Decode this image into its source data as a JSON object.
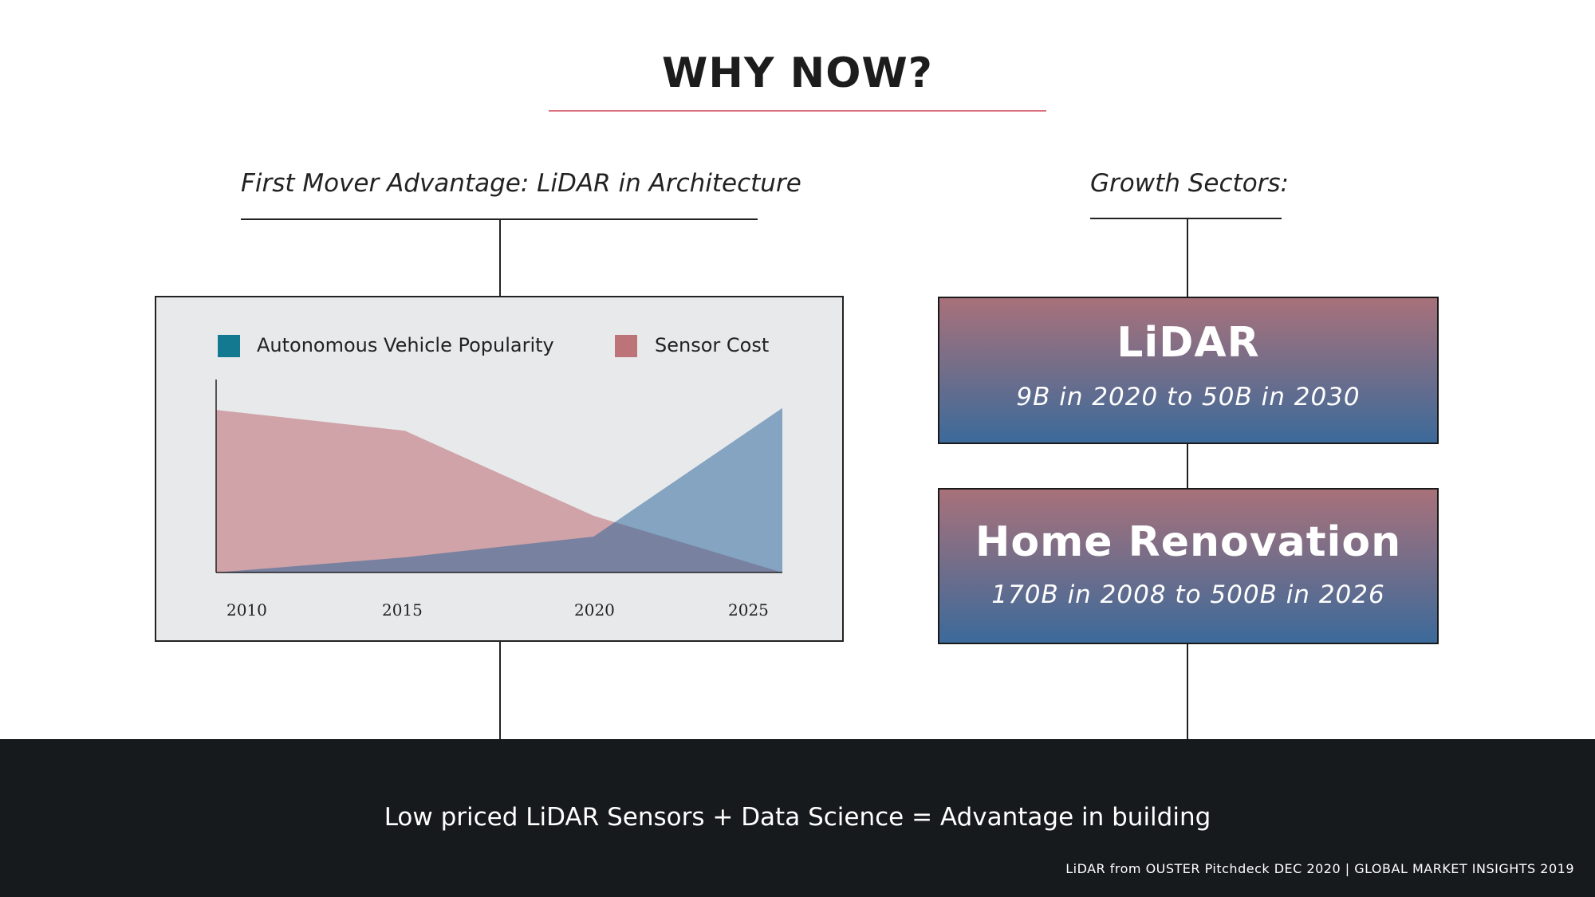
{
  "page": {
    "title": "WHY NOW?"
  },
  "left_section": {
    "heading": "First Mover Advantage: LiDAR in Architecture"
  },
  "right_section": {
    "heading": "Growth Sectors:"
  },
  "chart_data": {
    "type": "area",
    "title": "",
    "x": [
      2010,
      2015,
      2020,
      2025
    ],
    "x_tick_labels": [
      "2010",
      "2015",
      "2020",
      "2025"
    ],
    "series": [
      {
        "name": "Sensor Cost",
        "color": "#c0757b",
        "x": [
          2010,
          2015,
          2020,
          2025
        ],
        "values": [
          86,
          75,
          30,
          0
        ]
      },
      {
        "name": "Autonomous Vehicle Popularity",
        "color": "#1a7a90",
        "x": [
          2010,
          2015,
          2020,
          2025
        ],
        "values": [
          0,
          8,
          19,
          87
        ]
      }
    ],
    "legend": {
      "placement": "top",
      "colors": [
        "#137991",
        "#bd7478"
      ]
    },
    "ylim": [
      0,
      100
    ],
    "xlabel": "",
    "ylabel": "",
    "grid": false
  },
  "sectors": [
    {
      "name": "LiDAR",
      "detail": "9B in 2020 to 50B in 2030"
    },
    {
      "name": "Home Renovation",
      "detail": "170B in 2008 to 500B in 2026"
    }
  ],
  "footer": {
    "tagline": "Low priced LiDAR Sensors + Data Science = Advantage in building",
    "source": "LiDAR from OUSTER Pitchdeck DEC 2020 | GLOBAL MARKET INSIGHTS 2019"
  },
  "colors": {
    "accent_line": "#d9717c",
    "footer_bg": "#161a1c",
    "gradient_top": "#a8717a",
    "gradient_bottom": "#3c6a9a"
  }
}
